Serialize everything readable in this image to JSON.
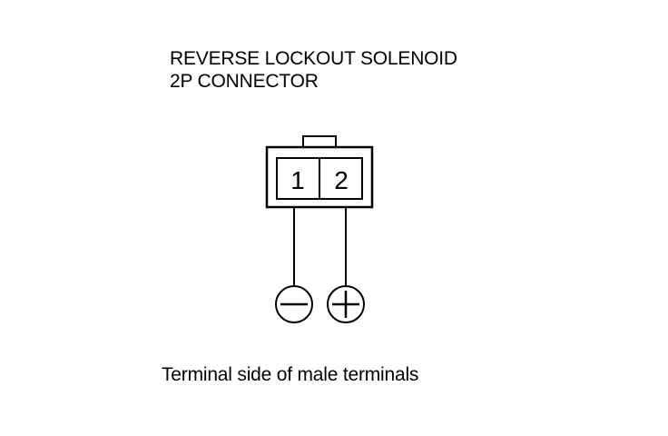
{
  "title": {
    "line1": "REVERSE LOCKOUT SOLENOID",
    "line2": "2P CONNECTOR"
  },
  "connector": {
    "terminal_1": "1",
    "terminal_2": "2"
  },
  "probes": {
    "left_symbol": "minus-symbol",
    "right_symbol": "plus-symbol"
  },
  "caption": "Terminal side of male terminals",
  "colors": {
    "ink": "#000000",
    "background": "#ffffff"
  }
}
